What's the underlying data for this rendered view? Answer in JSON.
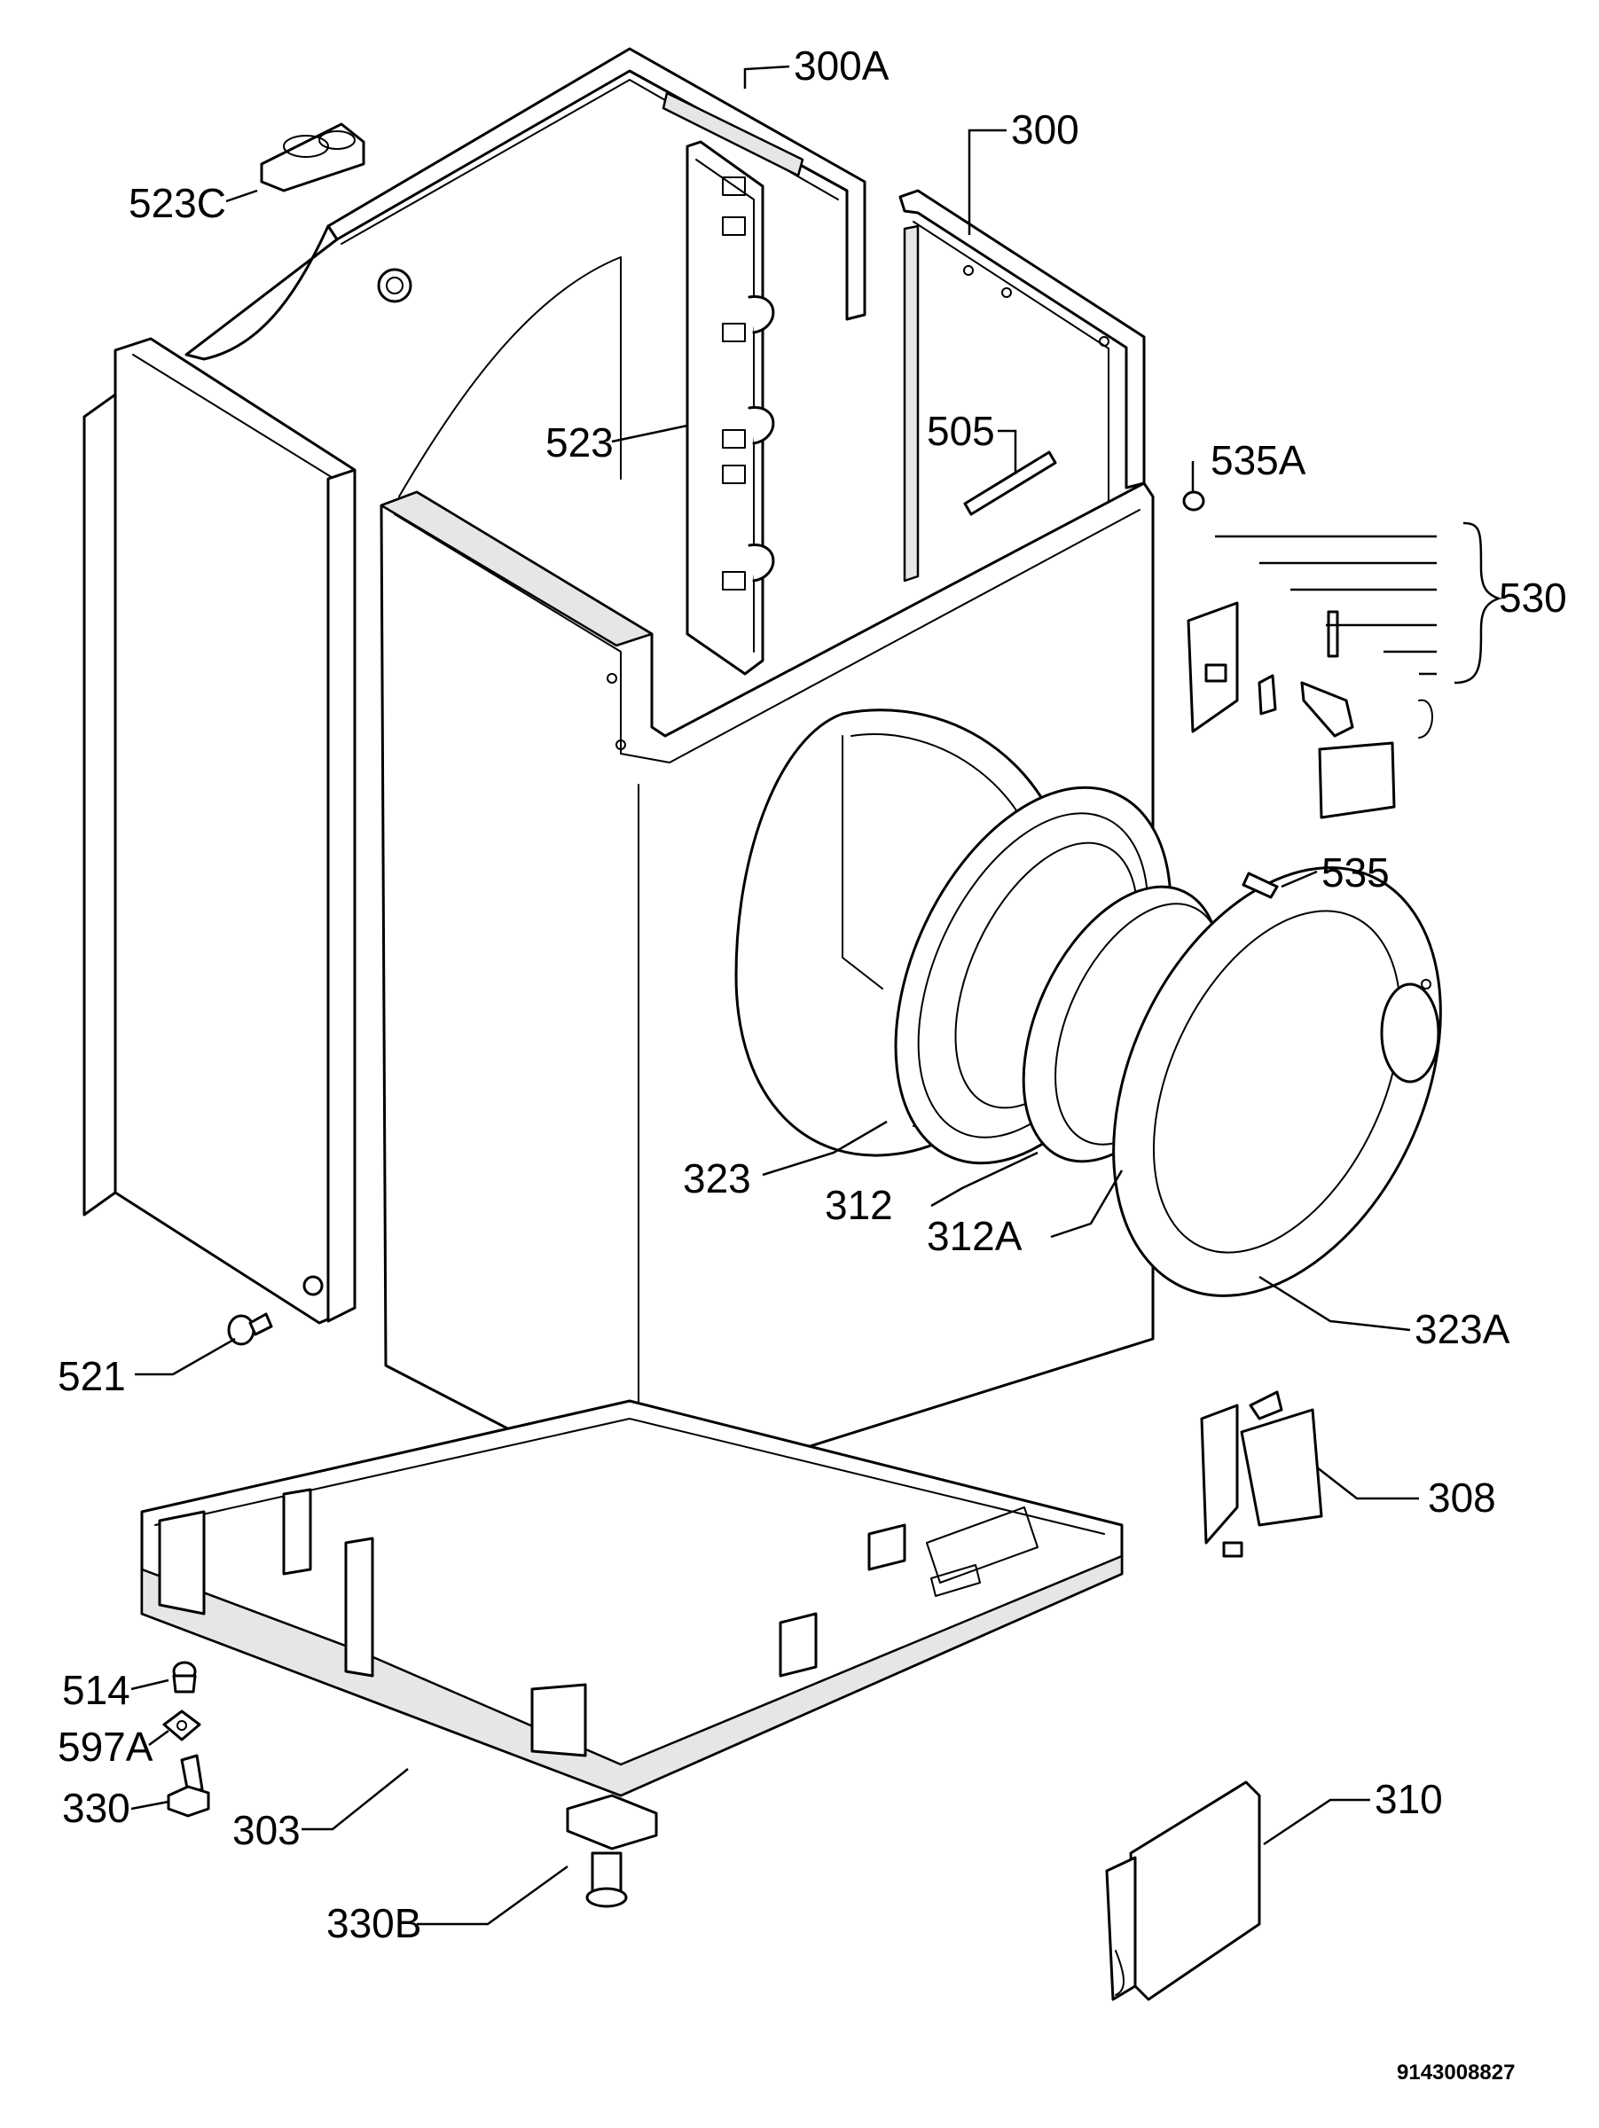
{
  "diagram": {
    "drawing_number": "9143008827",
    "labels": {
      "l300a": "300A",
      "l300": "300",
      "l523c": "523C",
      "l523": "523",
      "l505": "505",
      "l535a": "535A",
      "l530": "530",
      "l535": "535",
      "l323": "323",
      "l312": "312",
      "l312a": "312A",
      "l323a": "323A",
      "l521": "521",
      "l308": "308",
      "l514": "514",
      "l597a": "597A",
      "l330": "330",
      "l303": "303",
      "l310": "310",
      "l330b": "330B"
    }
  }
}
